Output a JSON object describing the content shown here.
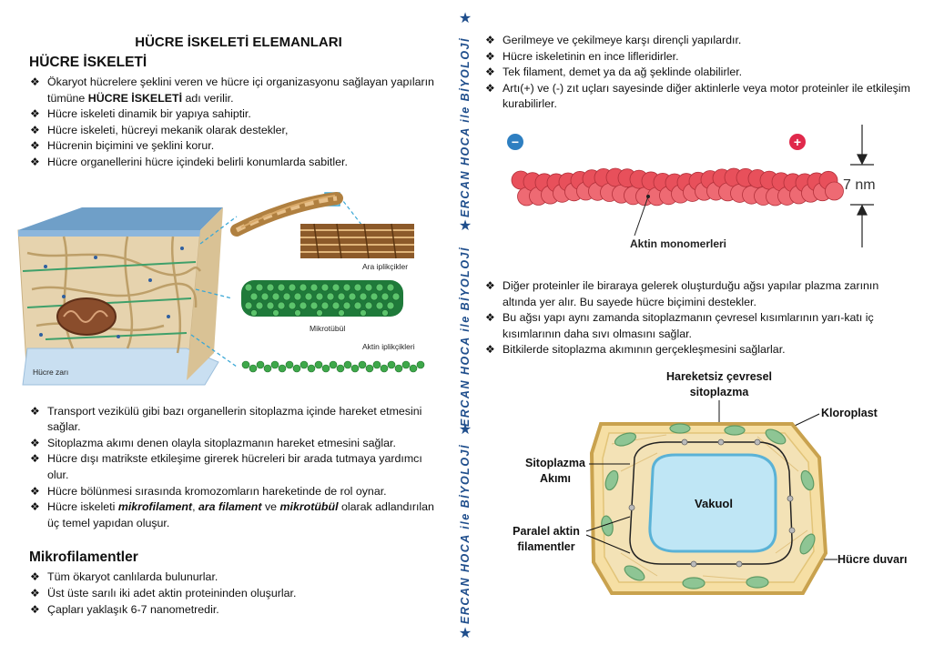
{
  "title": "HÜCRE İSKELETİ ELEMANLARI",
  "left": {
    "section1_title": "HÜCRE İSKELETİ",
    "intro_bullets": [
      [
        "Ökaryot hücrelere şeklini veren ve hücre içi organizasyonu sağlayan yapıların tümüne ",
        "HÜCRE İSKELETİ",
        " adı verilir."
      ],
      "Hücre iskeleti dinamik bir yapıya sahiptir.",
      "Hücre iskeleti, hücreyi mekanik olarak destekler,",
      "Hücrenin biçimini ve şeklini korur.",
      "Hücre organellerini hücre içindeki belirli konumlarda sabitler."
    ],
    "figure_labels": {
      "ara": "Ara iplikçikler",
      "mikrotubul": "Mikrotübül",
      "aktin": "Aktin iplikçikleri",
      "zar": "Hücre zarı"
    },
    "more_bullets": [
      "Transport vezikülü gibi bazı organellerin sitoplazma içinde hareket etmesini sağlar.",
      "Sitoplazma akımı denen olayla sitoplazmanın hareket etmesini sağlar.",
      "Hücre dışı matrikste etkileşime girerek hücreleri bir arada tutmaya yardımcı olur.",
      "Hücre bölünmesi sırasında kromozomların hareketinde de rol oynar.",
      [
        "Hücre iskeleti ",
        "mikrofilament",
        ", ",
        "ara filament",
        " ve ",
        "mikrotübül",
        " olarak adlandırılan üç temel yapıdan oluşur."
      ]
    ],
    "section2_title": "Mikrofilamentler",
    "mikro_bullets": [
      "Tüm ökaryot canlılarda bulunurlar.",
      "Üst üste sarılı iki adet aktin proteininden oluşurlar.",
      "Çapları yaklaşık 6-7 nanometredir."
    ]
  },
  "right": {
    "top_bullets": [
      "Gerilmeye ve çekilmeye karşı dirençli yapılardır.",
      "Hücre iskeletinin en ince lifleridirler.",
      "Tek filament, demet ya da ağ şeklinde olabilirler.",
      "Artı(+) ve (-) zıt uçları sayesinde diğer aktinlerle veya motor proteinler ile etkileşim kurabilirler."
    ],
    "actin_figure": {
      "minus": "−",
      "plus": "+",
      "size": "7 nm",
      "monomer_label": "Aktin monomerleri"
    },
    "mid_bullets": [
      "Diğer proteinler ile biraraya gelerek oluşturduğu ağsı yapılar plazma zarının altında yer alır. Bu sayede hücre biçimini destekler.",
      "Bu ağsı yapı aynı zamanda sitoplazmanın çevresel kısımlarının yarı-katı iç kısımlarının daha sıvı olmasını sağlar.",
      "Bitkilerde sitoplazma akımının gerçekleşmesini sağlarlar."
    ],
    "cell_figure": {
      "hareketsiz_1": "Hareketsiz çevresel",
      "hareketsiz_2": "sitoplazma",
      "kloroplast": "Kloroplast",
      "sitoplazma_1": "Sitoplazma",
      "sitoplazma_2": "Akımı",
      "vakuol": "Vakuol",
      "paralel_1": "Paralel aktin",
      "paralel_2": "filamentler",
      "duvar": "Hücre duvarı"
    }
  },
  "divider": {
    "text": "ERCAN HOCA ile BİYOLOJİ",
    "star": "★"
  }
}
